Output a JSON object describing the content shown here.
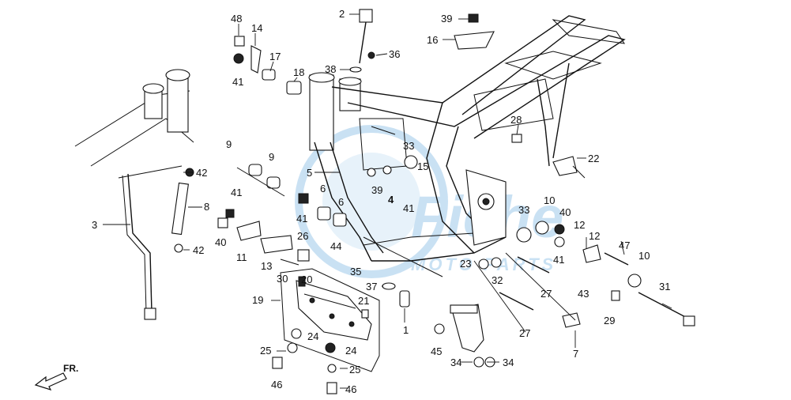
{
  "watermark": {
    "line1": "Fiche",
    "line2": "MOTO PARTS",
    "color": "#9ec9ea"
  },
  "direction": {
    "label": "FR."
  },
  "callouts": {
    "c48": "48",
    "c14": "14",
    "c17": "17",
    "c41a": "41",
    "c18": "18",
    "c2": "2",
    "c36": "36",
    "c38": "38",
    "c39a": "39",
    "c16": "16",
    "c28": "28",
    "c22": "22",
    "c9a": "9",
    "c9b": "9",
    "c5": "5",
    "c33a": "33",
    "c15": "15",
    "c39b": "39",
    "c4": "4",
    "c41b": "41",
    "c6a": "6",
    "c6b": "6",
    "c41c": "41",
    "c26": "26",
    "c42a": "42",
    "c8": "8",
    "c3": "3",
    "c41d": "41",
    "c40a": "40",
    "c42b": "42",
    "c11": "11",
    "c13": "13",
    "c44": "44",
    "c35": "35",
    "c30": "30",
    "c20": "20",
    "c19": "19",
    "c37": "37",
    "c21": "21",
    "c24a": "24",
    "c25a": "25",
    "c24b": "24",
    "c46a": "46",
    "c25b": "25",
    "c46b": "46",
    "c1": "1",
    "c23": "23",
    "c32": "32",
    "c27a": "27",
    "c27b": "27",
    "c45": "45",
    "c34a": "34",
    "c34b": "34",
    "c33b": "33",
    "c10a": "10",
    "c40b": "40",
    "c12a": "12",
    "c41e": "41",
    "c12b": "12",
    "c47": "47",
    "c10b": "10",
    "c43": "43",
    "c29": "29",
    "c31": "31",
    "c7": "7"
  }
}
